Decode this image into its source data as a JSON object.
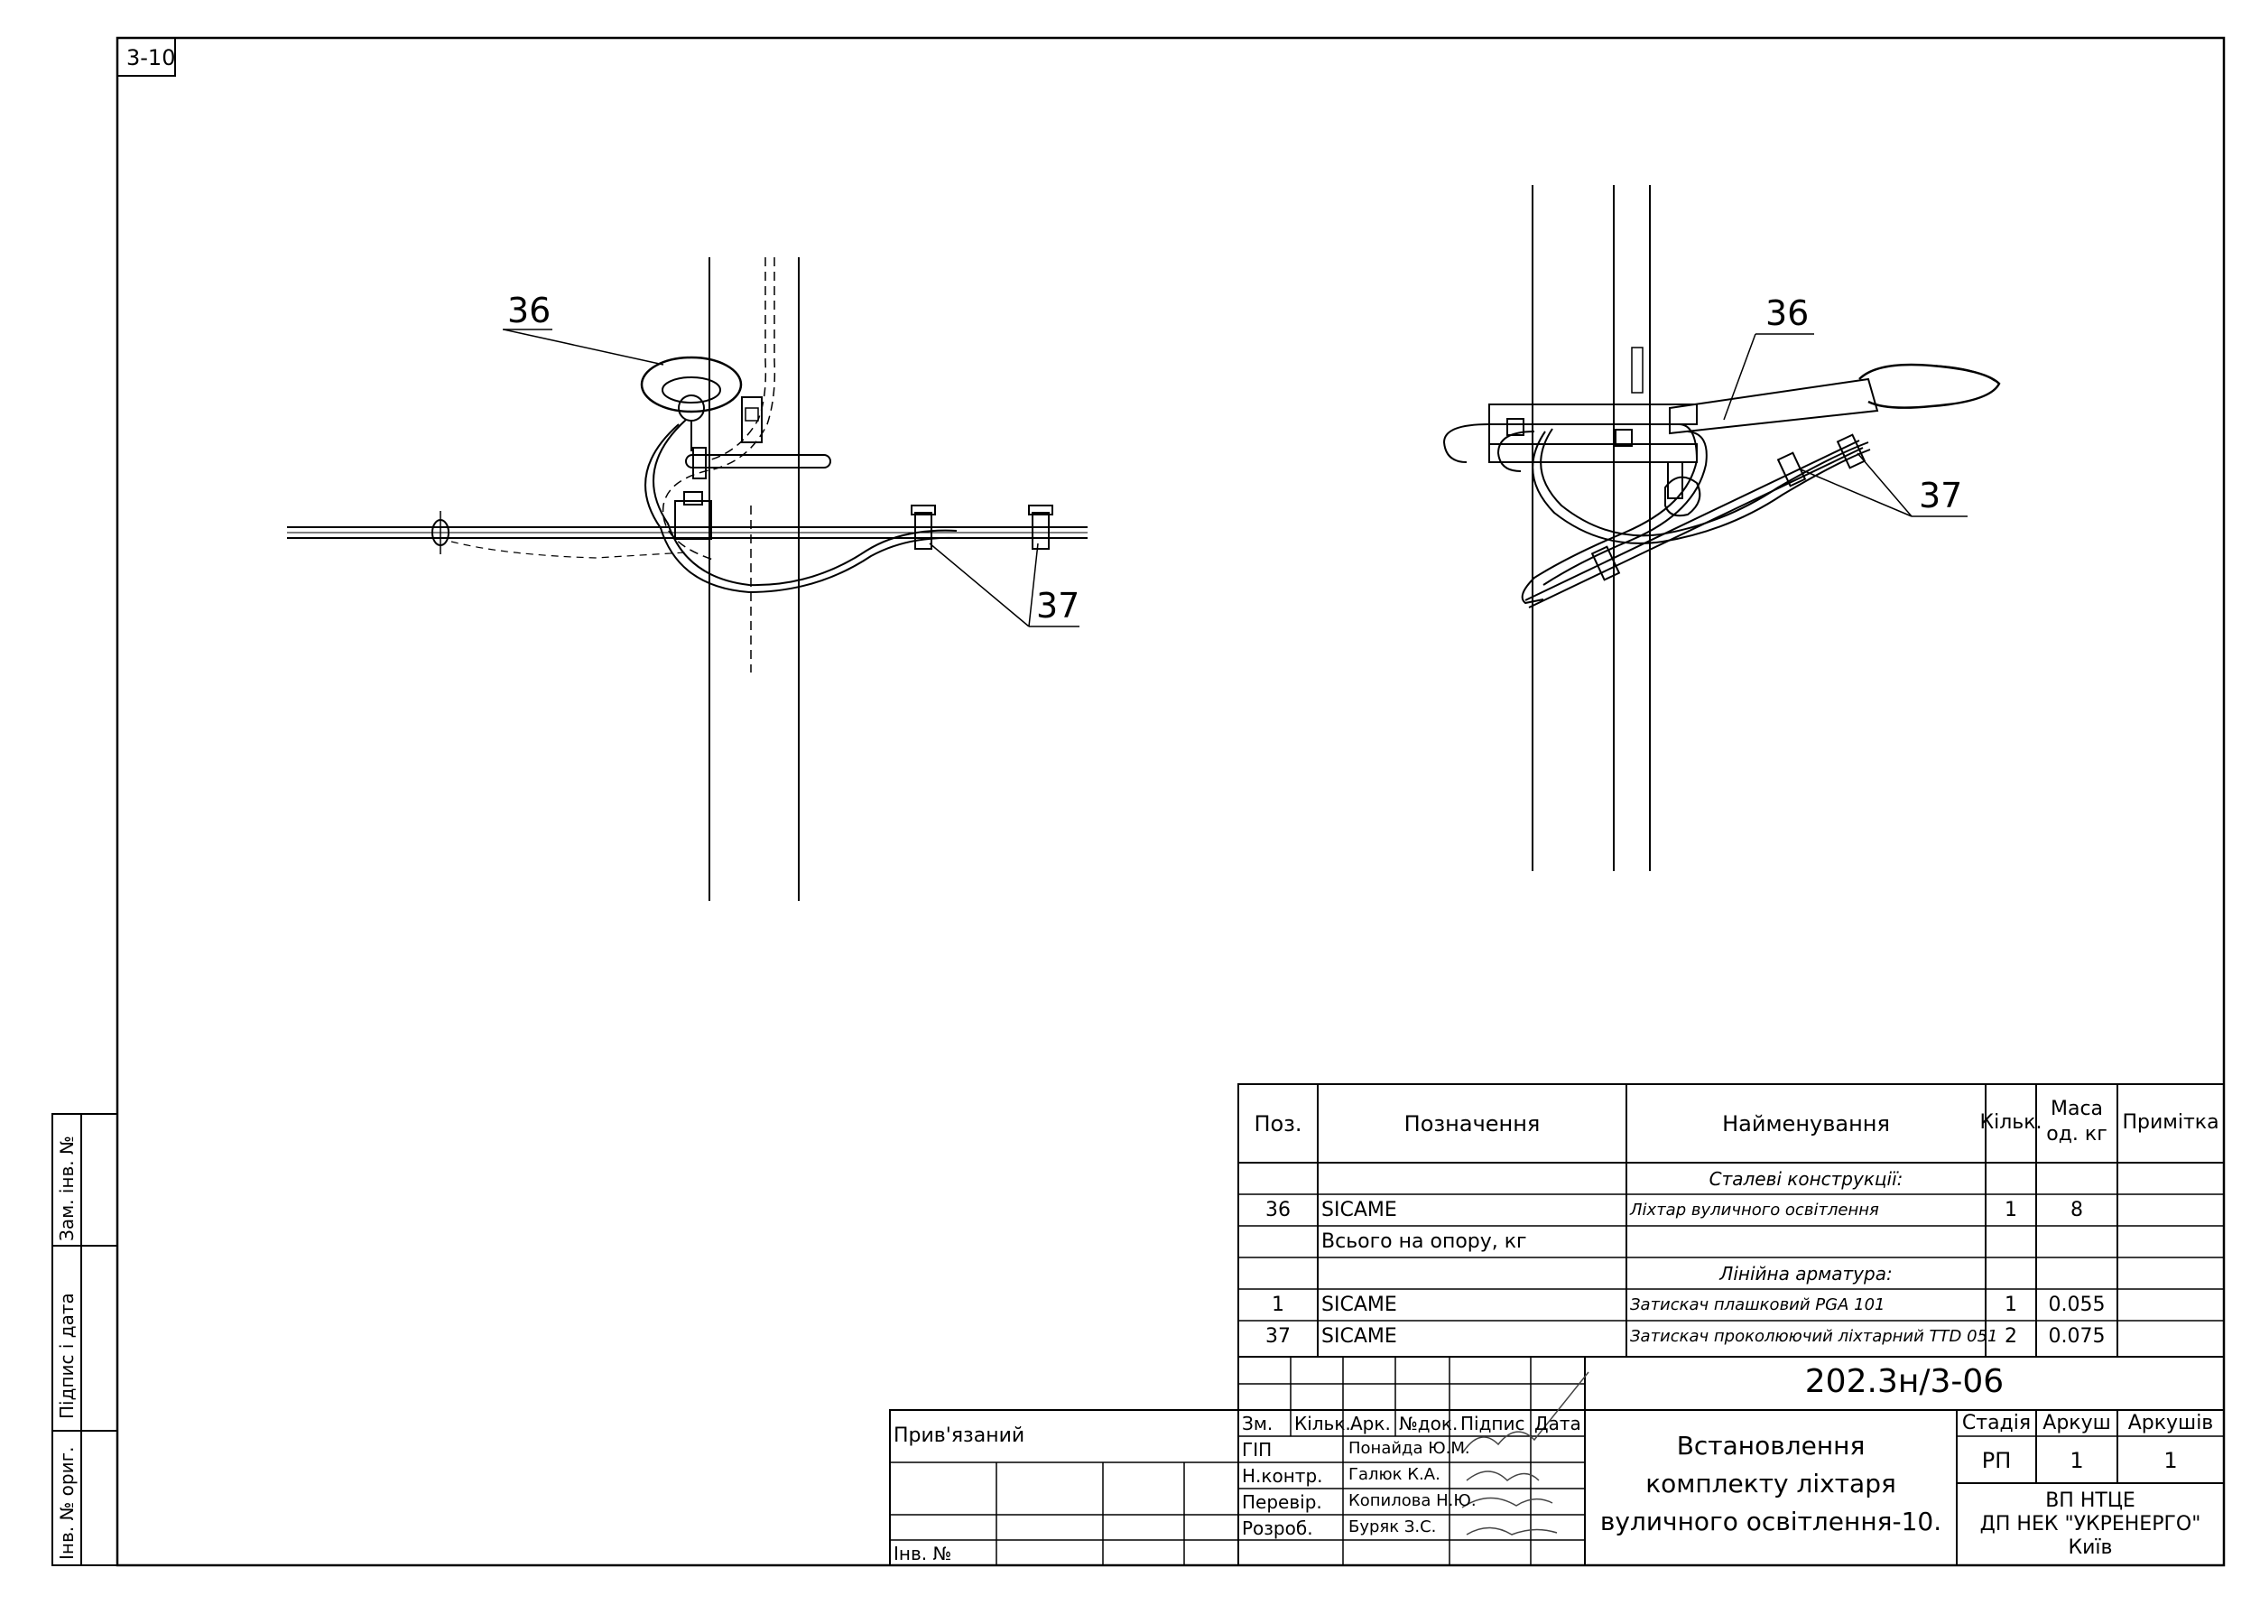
{
  "sheet": {
    "code": "3-10"
  },
  "left_view": {
    "label_36": "36",
    "label_37": "37"
  },
  "right_view": {
    "label_36": "36",
    "label_37": "37"
  },
  "side_stamp": {
    "zam_inv": "Зам. інв. №",
    "pidpys": "Підпис і дата",
    "inv_orig": "Інв. № ориг."
  },
  "spec": {
    "headers": {
      "pos": "Поз.",
      "designation": "Позначення",
      "name": "Найменування",
      "qty": "Кільк.",
      "mass_1": "Маса",
      "mass_2": "од. кг",
      "note": "Примітка"
    },
    "sections": {
      "steel": "Сталеві конструкції:",
      "line": "Лінійна арматура:"
    },
    "rows": [
      {
        "pos": "36",
        "designation": "SICAME",
        "name": "Ліхтар вуличного освітлення",
        "qty": "1",
        "mass": "8"
      },
      {
        "pos": "",
        "designation": "Всього на опору, кг",
        "name": "",
        "qty": "",
        "mass": ""
      },
      {
        "pos": "1",
        "designation": "SICAME",
        "name": "Затискач плашковий PGA 101",
        "qty": "1",
        "mass": "0.055"
      },
      {
        "pos": "37",
        "designation": "SICAME",
        "name": "Затискач проколюючий ліхтарний TTD 051",
        "qty": "2",
        "mass": "0.075"
      }
    ]
  },
  "title_block": {
    "doc_code": "202.3н/3-06",
    "privyazanyi": "Прив'язаний",
    "inv_no": "Інв. №",
    "cols": {
      "zm": "Зм.",
      "kilk": "Кільк.",
      "ark": "Арк.",
      "ndok": "№док.",
      "pidpys": "Підпис",
      "data": "Дата"
    },
    "staff": [
      {
        "role": "ГІП",
        "name": "Понайда Ю.М."
      },
      {
        "role": "Н.контр.",
        "name": "Галюк К.А."
      },
      {
        "role": "Перевір.",
        "name": "Копилова Н.Ю."
      },
      {
        "role": "Розроб.",
        "name": "Буряк З.С."
      }
    ],
    "title_lines": [
      "Встановлення",
      "комплекту ліхтаря",
      "вуличного освітлення-10."
    ],
    "stadia_label": "Стадія",
    "arkush_label": "Аркуш",
    "arkushiv_label": "Аркушів",
    "stadia": "РП",
    "arkush": "1",
    "arkushiv": "1",
    "org_lines": [
      "ВП НТЦЕ",
      "ДП НЕК \"УКРЕНЕРГО\"",
      "Київ"
    ]
  }
}
